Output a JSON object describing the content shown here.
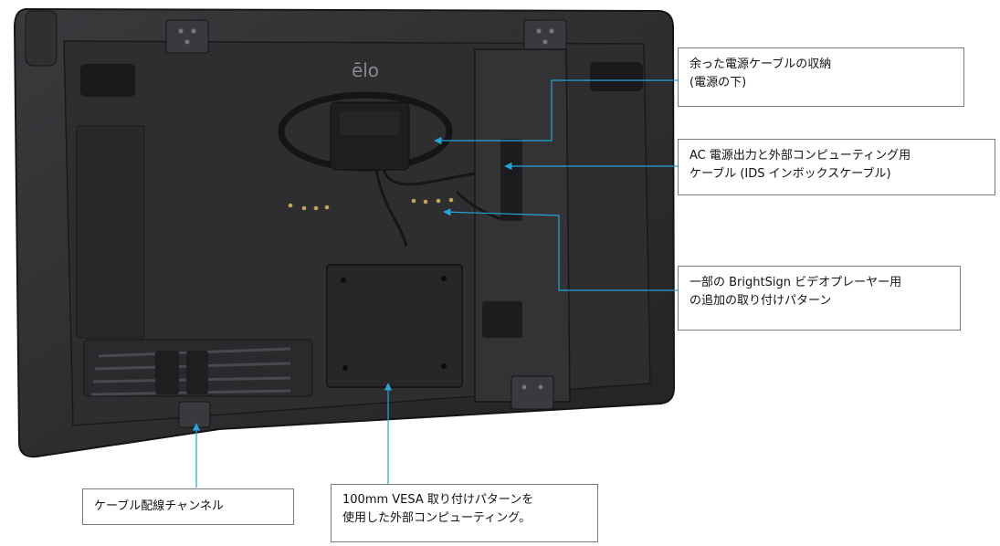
{
  "logo": "ēlo",
  "callouts": {
    "cable_storage": {
      "line1": "余った電源ケーブルの収納",
      "line2": "(電源の下)"
    },
    "ac_output": {
      "line1": "AC 電源出力と外部コンピューティング用",
      "line2": "ケーブル (IDS インボックスケーブル)"
    },
    "brightsign": {
      "line1": "一部の BrightSign ビデオプレーヤー用",
      "line2": "の追加の取り付けパターン"
    },
    "cable_channel": {
      "line1": "ケーブル配線チャンネル"
    },
    "vesa": {
      "line1": "100mm VESA 取り付けパターンを",
      "line2": "使用した外部コンピューティング。"
    }
  },
  "colors": {
    "leader": "#27a3d6",
    "chassis": "#2b2b2d",
    "panel": "#323235",
    "box_border": "#7a7a7a"
  }
}
